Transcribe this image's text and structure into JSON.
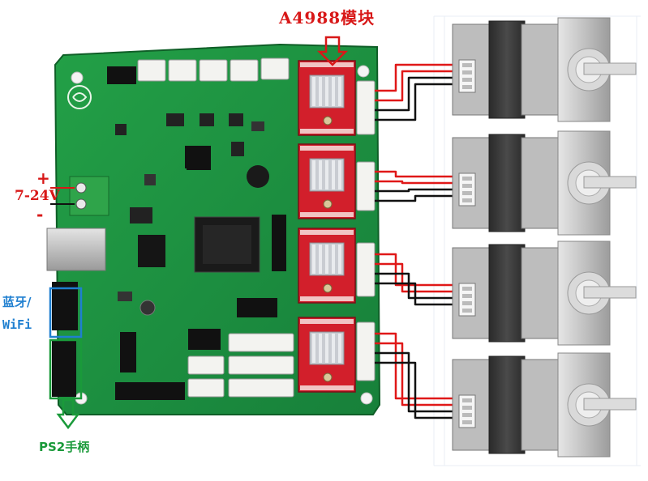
{
  "labels": {
    "driver_module": "A4988模块",
    "power_plus": "+",
    "power_voltage": "7-24V",
    "power_minus": "-",
    "bluetooth": "蓝牙/",
    "wifi": "WiFi",
    "ps2_controller": "PS2手柄"
  },
  "driver_count": 4,
  "motor_count": 4,
  "colors": {
    "pcb": "#1e8a3c",
    "driver_board": "#d21f2b",
    "heatsink": "#c9ccd2",
    "motor_body": "#3a3a3a",
    "motor_cap": "#c8c8c8",
    "wire_red": "#e01818",
    "wire_black": "#111111",
    "label_red": "#d81818",
    "label_blue": "#1f7fd0",
    "label_green": "#1a9a3a",
    "terminal_green": "#2fa44a"
  }
}
